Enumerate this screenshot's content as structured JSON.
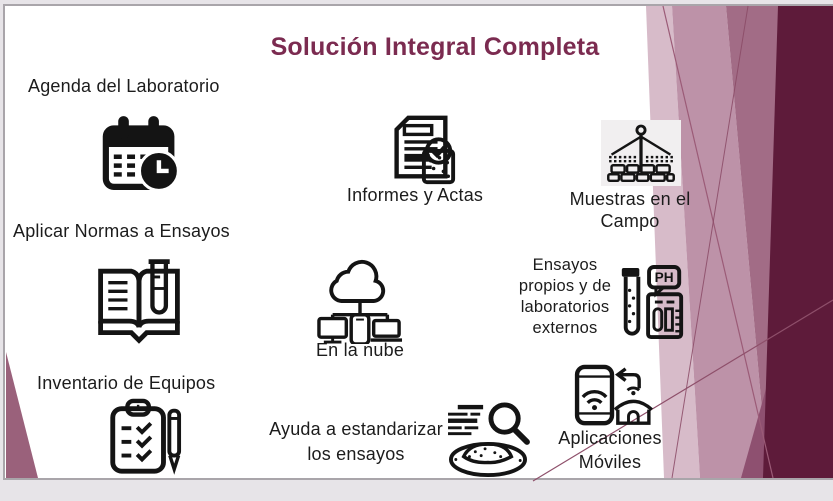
{
  "slide": {
    "title": "Solución Integral Completa",
    "title_color": "#7b2b50",
    "items": [
      {
        "id": "agenda",
        "label": "Agenda del Laboratorio",
        "icon": "calendar-clock-icon"
      },
      {
        "id": "informes",
        "label": "Informes y Actas",
        "icon": "report-check-icon"
      },
      {
        "id": "muestras",
        "label": "Muestras en el Campo",
        "icon": "field-samples-icon"
      },
      {
        "id": "normas",
        "label": "Aplicar Normas a Ensayos",
        "icon": "book-testtube-icon"
      },
      {
        "id": "nube",
        "label": "En la nube",
        "icon": "cloud-devices-icon"
      },
      {
        "id": "ensayos",
        "label": "Ensayos propios y de laboratorios externos",
        "icon": "testtube-ph-icon"
      },
      {
        "id": "inventario",
        "label": "Inventario de Equipos",
        "icon": "clipboard-checklist-icon"
      },
      {
        "id": "estandarizar",
        "label": "Ayuda a estandarizar los ensayos",
        "icon": "search-sample-icon"
      },
      {
        "id": "moviles",
        "label": "Aplicaciones Móviles",
        "icon": "mobile-sync-icon"
      }
    ],
    "ph_meter_label": "PH",
    "theme_colors": {
      "deco_lightest": "#d7bbc9",
      "deco_light": "#bd92a8",
      "deco_mid": "#a26c86",
      "deco_mid_dark": "#8e5070",
      "deco_dark": "#5e1b3a",
      "corner_wedge": "#9a617b",
      "page_background": "#e7e4e8"
    }
  }
}
